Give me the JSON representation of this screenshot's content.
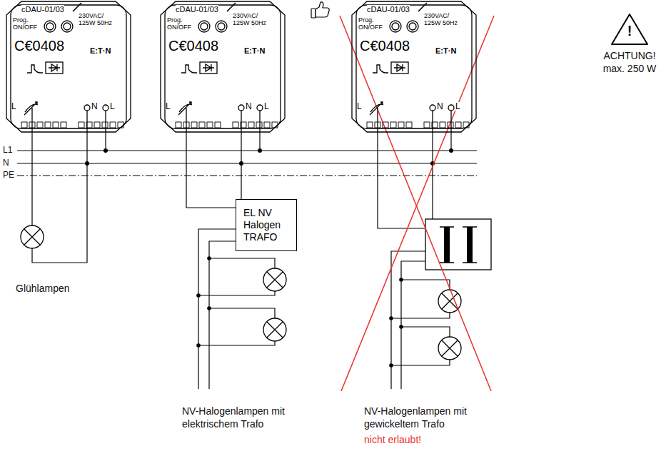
{
  "diagram": {
    "nodes": [
      {
        "text": [
          "cDAU-01/03",
          "Prog. ON/OFF",
          "230VAC/ 125W 50Hz",
          "C€0408",
          "E:T·N",
          "L",
          "N",
          "L"
        ]
      },
      {
        "text": [
          "cDAU-01/03",
          "Prog. ON/OFF",
          "230VAC/ 125W 50Hz",
          "C€0408",
          "E:T·N",
          "L",
          "N",
          "L"
        ]
      },
      {
        "text": [
          "cDAU-01/03",
          "Prog. ON/OFF",
          "230VAC/ 125W 50Hz",
          "C€0408",
          "E:T·N",
          "L",
          "N",
          "L"
        ]
      },
      {
        "text": [
          "EL NV Halogen TRAFO"
        ]
      }
    ],
    "edges": [
      {
        "from": 1,
        "to": 3,
        "arrow": "none"
      }
    ],
    "labels": [
      "L1",
      "N",
      "PE",
      "Glühlampen",
      "NV-Halogenlampen mit elektrischem Trafo",
      "NV-Halogenlampen mit gewickeltem Trafo",
      "nicht erlaubt!",
      "!",
      "ACHTUNG! max. 250 W"
    ]
  }
}
